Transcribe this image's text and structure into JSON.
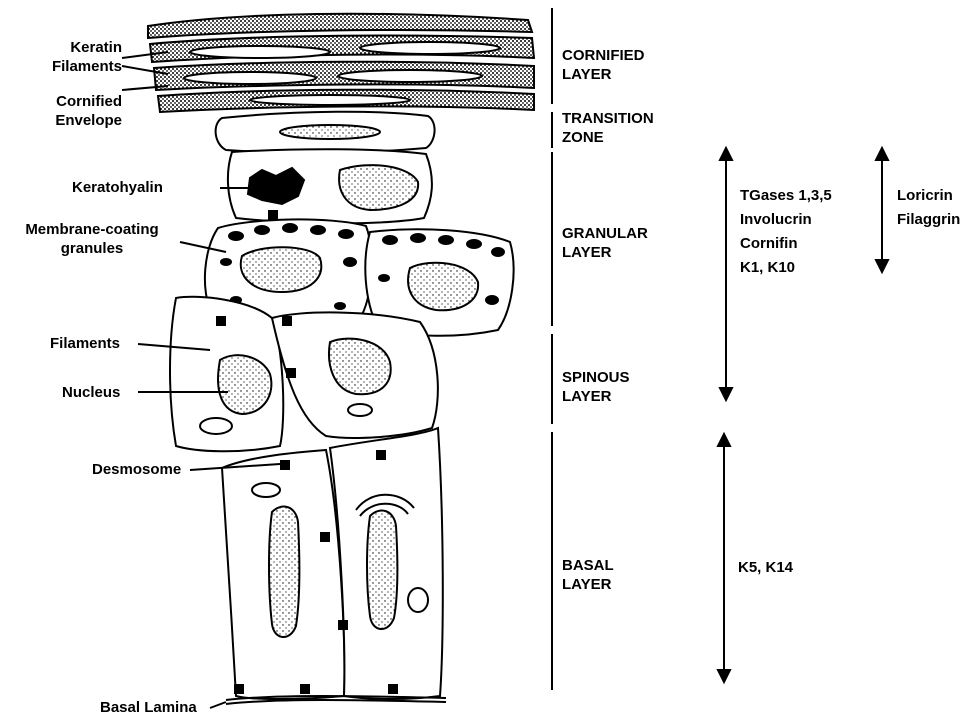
{
  "left_labels": {
    "keratin_filaments": [
      "Keratin",
      "Filaments"
    ],
    "cornified_envelope": [
      "Cornified",
      "Envelope"
    ],
    "keratohyalin": "Keratohyalin",
    "membrane_coating_granules": [
      "Membrane-coating",
      "granules"
    ],
    "filaments": "Filaments",
    "nucleus": "Nucleus",
    "desmosome": "Desmosome",
    "basal_lamina": "Basal Lamina"
  },
  "layers": {
    "cornified": [
      "CORNIFIED",
      "LAYER"
    ],
    "transition": [
      "TRANSITION",
      "ZONE"
    ],
    "granular": [
      "GRANULAR",
      "LAYER"
    ],
    "spinous": [
      "SPINOUS",
      "LAYER"
    ],
    "basal": [
      "BASAL",
      "LAYER"
    ]
  },
  "markers": {
    "suprabasal": [
      "TGases 1,3,5",
      "Involucrin",
      "Cornifin",
      "K1, K10"
    ],
    "granular": [
      "Loricrin",
      "Filaggrin"
    ],
    "basal": "K5, K14"
  }
}
